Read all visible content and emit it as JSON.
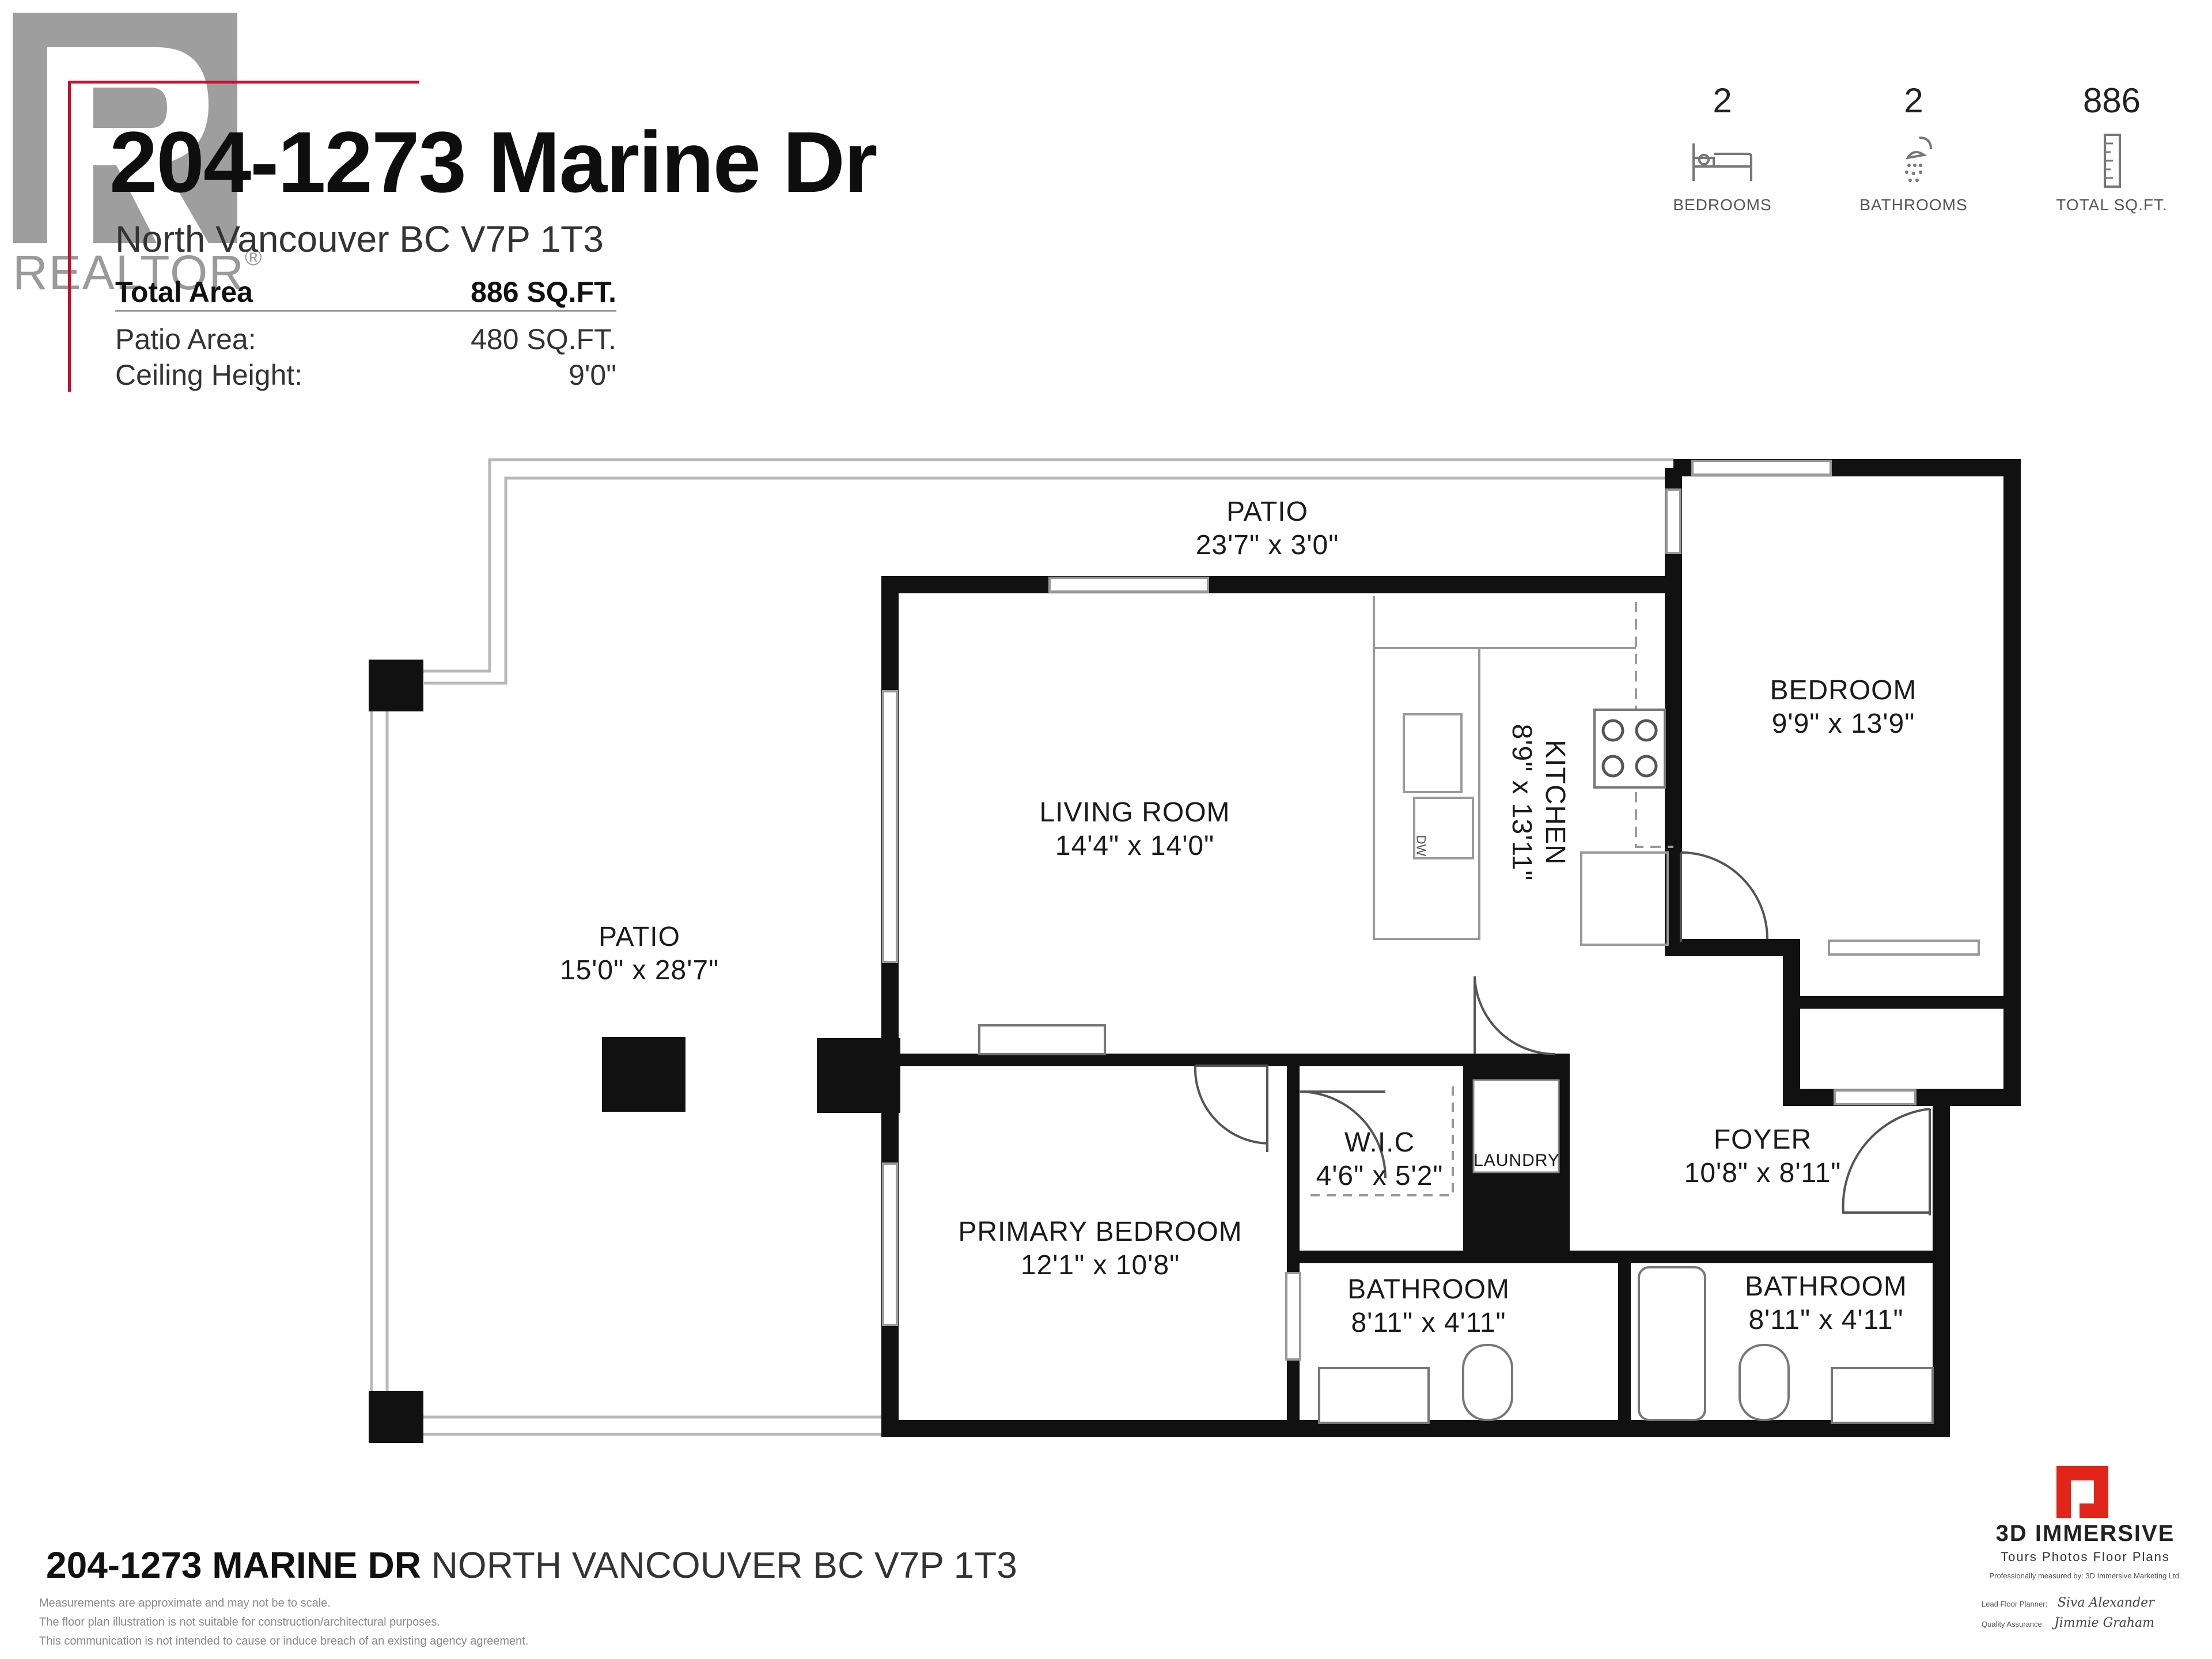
{
  "header": {
    "title": "204-1273 Marine Dr",
    "subtitle": "North Vancouver BC V7P 1T3",
    "total_area_label": "Total Area",
    "total_area_value": "886 SQ.FT.",
    "patio_area_label": "Patio Area:",
    "patio_area_value": "480 SQ.FT.",
    "ceiling_label": "Ceiling Height:",
    "ceiling_value": "9'0\""
  },
  "watermark": {
    "text": "REALTOR",
    "reg": "®",
    "brand_color": "#c8102e"
  },
  "stats": [
    {
      "value": "2",
      "label": "BEDROOMS",
      "icon": "bed-icon"
    },
    {
      "value": "2",
      "label": "BATHROOMS",
      "icon": "shower-icon"
    },
    {
      "value": "886",
      "label": "TOTAL SQ.FT.",
      "icon": "ruler-icon"
    }
  ],
  "rooms": {
    "patio_top": {
      "name": "PATIO",
      "dims": "23'7\" x 3'0\""
    },
    "patio_west": {
      "name": "PATIO",
      "dims": "15'0\" x 28'7\""
    },
    "living": {
      "name": "LIVING ROOM",
      "dims": "14'4\" x 14'0\""
    },
    "kitchen": {
      "name": "KITCHEN",
      "dims": "8'9\" x 13'11\""
    },
    "bedroom": {
      "name": "BEDROOM",
      "dims": "9'9\" x 13'9\""
    },
    "primary": {
      "name": "PRIMARY BEDROOM",
      "dims": "12'1\" x 10'8\""
    },
    "wic": {
      "name": "W.I.C",
      "dims": "4'6\" x 5'2\""
    },
    "laundry": {
      "name": "LAUNDRY"
    },
    "foyer": {
      "name": "FOYER",
      "dims": "10'8\" x 8'11\""
    },
    "bath1": {
      "name": "BATHROOM",
      "dims": "8'11\" x 4'11\""
    },
    "bath2": {
      "name": "BATHROOM",
      "dims": "8'11\" x 4'11\""
    },
    "dw": "DW"
  },
  "footer": {
    "address_bold": "204-1273 MARINE DR",
    "address_rest": "NORTH VANCOUVER BC V7P 1T3",
    "disclaimer": [
      "Measurements are approximate and may not be to scale.",
      "The floor plan illustration is not suitable for construction/architectural purposes.",
      "This communication is not intended to cause or induce breach of an existing agency agreement."
    ]
  },
  "brand": {
    "name": "3D IMMERSIVE",
    "tagline": "Tours  Photos  Floor Plans",
    "measured_by": "Professionally measured by: 3D Immersive Marketing Ltd.",
    "planner_label": "Lead Floor Planner:",
    "planner_signature": "Siva Alexander",
    "qa_label": "Quality Assurance:",
    "qa_signature": "Jimmie Graham",
    "color": "#e1251b"
  }
}
